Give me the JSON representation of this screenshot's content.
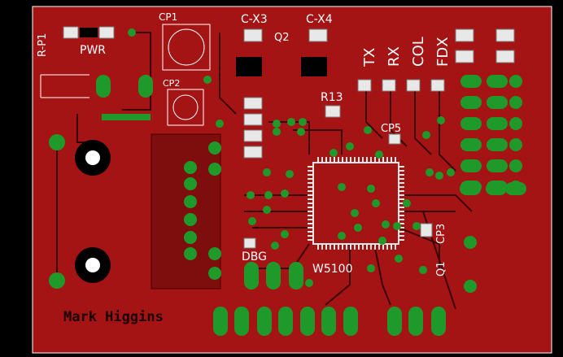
{
  "colors": {
    "background": "#000000",
    "copper": "#a51414",
    "copper_dark": "#7e0d0d",
    "pad_green": "#1f9a2a",
    "silk": "#ffffff",
    "via": "#2aa132"
  },
  "labels": {
    "rp1": "R-P1",
    "pwr": "PWR",
    "cp1": "CP1",
    "cx3": "C-X3",
    "cx4": "C-X4",
    "q2": "Q2",
    "tx": "TX",
    "rx": "RX",
    "col": "COL",
    "fdx": "FDX",
    "cp2": "CP2",
    "r13": "R13",
    "cp5": "CP5",
    "cp3": "CP3",
    "q1": "Q1",
    "dbg": "DBG",
    "w5100": "W5100",
    "author": "Mark Higgins"
  }
}
